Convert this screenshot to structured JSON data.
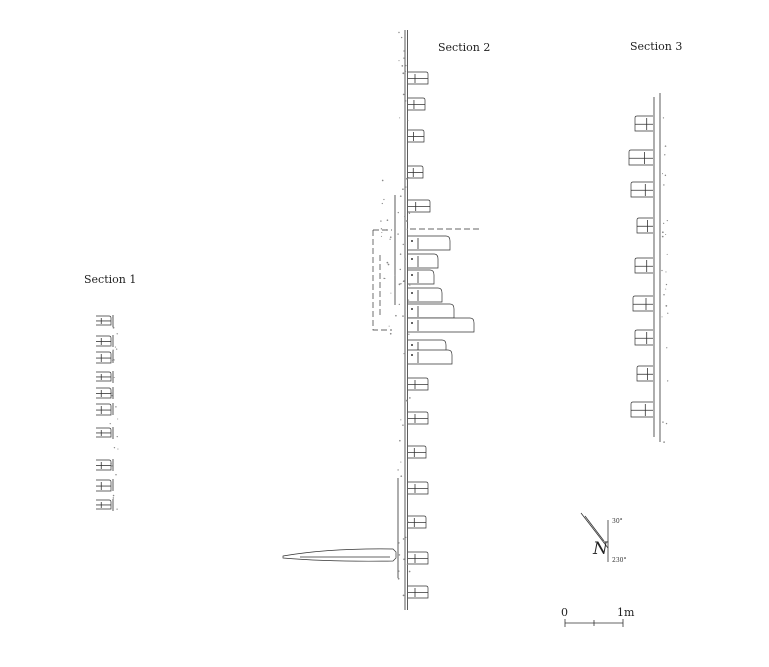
{
  "sections": [
    {
      "label": "Section 1"
    },
    {
      "label": "Section 2"
    },
    {
      "label": "Section 3"
    }
  ],
  "scale_bar": {
    "start_label": "0",
    "end_label": "1m"
  },
  "north_arrow": {
    "symbol": "N",
    "top_label": "30°",
    "bottom_label": "230°"
  }
}
